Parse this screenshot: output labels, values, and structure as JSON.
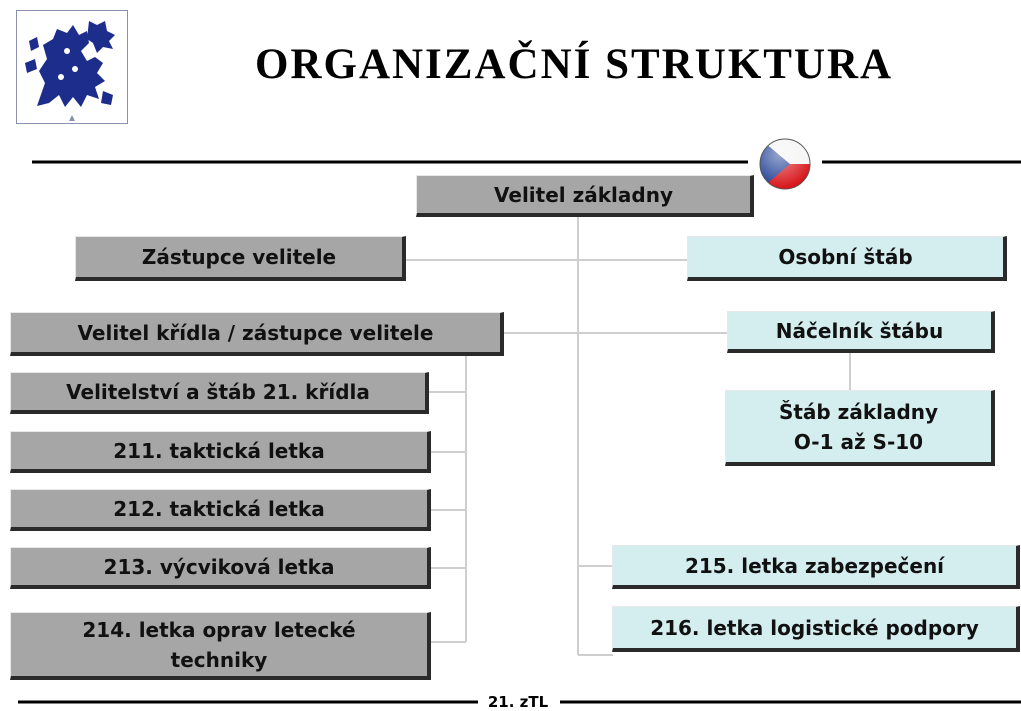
{
  "header": {
    "title": "ORGANIZAČNÍ STRUKTURA",
    "logo_icon": "heraldic-lion-emblem-icon",
    "flag_icon": "czech-flag-sphere-icon"
  },
  "colors": {
    "command_box": "#a6a6a6",
    "staff_box": "#d4edef",
    "connector": "#d0d0d0",
    "rule": "#000000",
    "emblem": "#1c2d8c"
  },
  "org_chart": {
    "commander": "Velitel základny",
    "deputy": "Zástupce velitele",
    "personal_staff": "Osobní štáb",
    "wing_commander": "Velitel křídla / zástupce velitele",
    "chief_of_staff": "Náčelník štábu",
    "base_staff_line1": "Štáb základny",
    "base_staff_line2": "O-1 až S-10",
    "wing_units": [
      "Velitelství a štáb 21. křídla",
      "211. taktická letka",
      "212. taktická letka",
      "213. výcviková letka",
      "214. letka oprav letecké techniky"
    ],
    "support_units": [
      "215. letka zabezpečení",
      "216. letka logistické podpory"
    ]
  },
  "footer": {
    "label": "21. zTL"
  }
}
